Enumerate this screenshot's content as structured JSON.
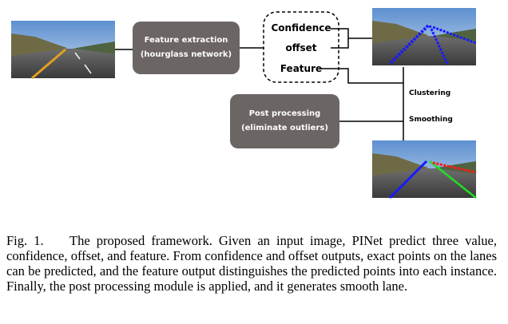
{
  "diagram": {
    "feature_box": {
      "line1": "Feature extraction",
      "line2": "(hourglass network)"
    },
    "outputs": {
      "confidence": "Confidence",
      "offset": "offset",
      "feature": "Feature"
    },
    "steps": {
      "clustering": "Clustering",
      "smoothing": "Smoothing"
    },
    "post_box": {
      "line1": "Post processing",
      "line2": "(eliminate outliers)"
    },
    "colors": {
      "box_fill": "#6b6564",
      "lane_blue": "#1a1aff",
      "lane_red": "#ff1a1a",
      "lane_green": "#22dd22",
      "lane_yellow": "#e0a020"
    }
  },
  "caption": {
    "label": "Fig. 1.",
    "text": "The proposed framework. Given an input image, PINet predict three value, confidence, offset, and feature. From confidence and offset outputs, exact points on the lanes can be predicted, and the feature output distinguishes the predicted points into each instance. Finally, the post processing module is applied, and it generates smooth lane."
  }
}
